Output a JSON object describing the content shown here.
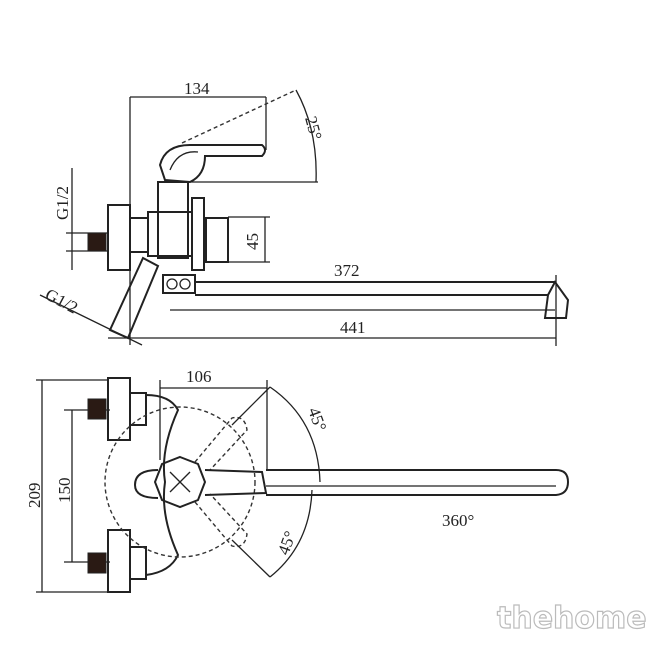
{
  "side_view": {
    "dim_width": "134",
    "dim_lever_angle": "25°",
    "thread_wall": "G1/2",
    "thread_hose": "G1/2",
    "dim_outlet": "45",
    "dim_spout": "372",
    "dim_total": "441"
  },
  "top_view": {
    "dim_height": "209",
    "dim_center": "150",
    "dim_body": "106",
    "dim_angle_top": "45°",
    "dim_angle_bottom": "45°",
    "dim_rotation": "360°"
  },
  "watermark": "thehome"
}
